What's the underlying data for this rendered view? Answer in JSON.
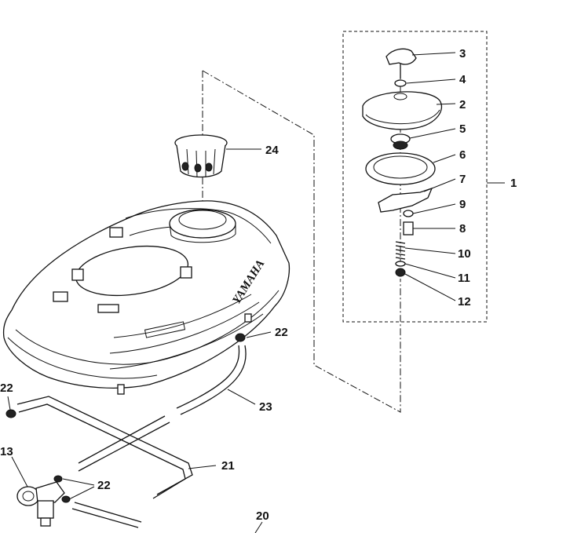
{
  "diagram": {
    "brand_mark": "YAMAHA",
    "callouts": {
      "c1": "1",
      "c2": "2",
      "c3": "3",
      "c4": "4",
      "c5": "5",
      "c6": "6",
      "c7": "7",
      "c8": "8",
      "c9": "9",
      "c10": "10",
      "c11": "11",
      "c12": "12",
      "c13": "13",
      "c20": "20",
      "c21": "21",
      "c22a": "22",
      "c22b": "22",
      "c22c": "22",
      "c23": "23",
      "c24": "24"
    }
  }
}
